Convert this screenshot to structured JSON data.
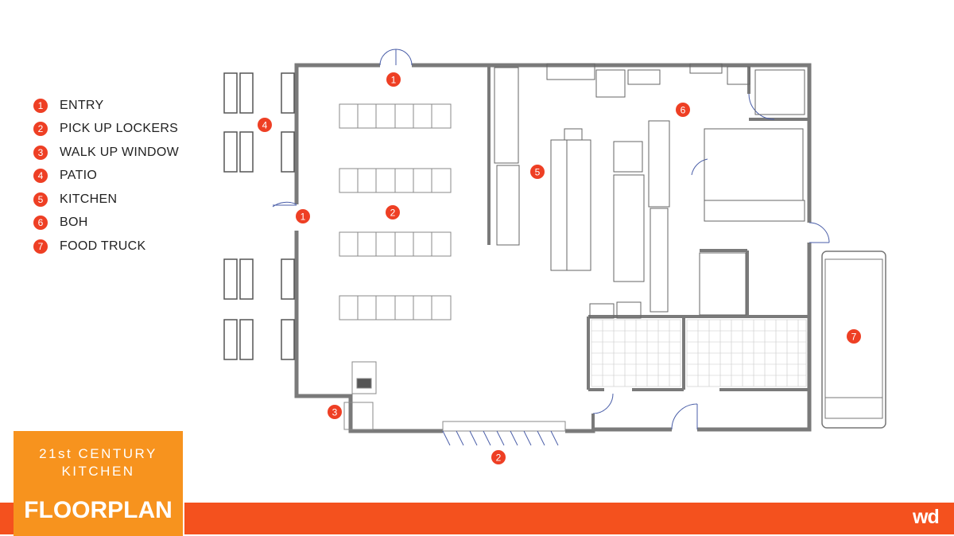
{
  "legend": [
    {
      "num": "1",
      "label": "ENTRY"
    },
    {
      "num": "2",
      "label": "PICK UP LOCKERS"
    },
    {
      "num": "3",
      "label": "WALK UP WINDOW"
    },
    {
      "num": "4",
      "label": "PATIO"
    },
    {
      "num": "5",
      "label": "KITCHEN"
    },
    {
      "num": "6",
      "label": "BOH"
    },
    {
      "num": "7",
      "label": "FOOD TRUCK"
    }
  ],
  "markers": [
    "1",
    "1",
    "2",
    "2",
    "3",
    "4",
    "5",
    "6",
    "7"
  ],
  "title": {
    "subtitle": "21st CENTURY\nKITCHEN",
    "main": "FLOORPLAN"
  },
  "logo": "wd",
  "colors": {
    "accent_orange": "#f7931e",
    "band_red": "#f4511e",
    "marker_red": "#ee3f24",
    "wall_gray": "#7a7a7a"
  }
}
